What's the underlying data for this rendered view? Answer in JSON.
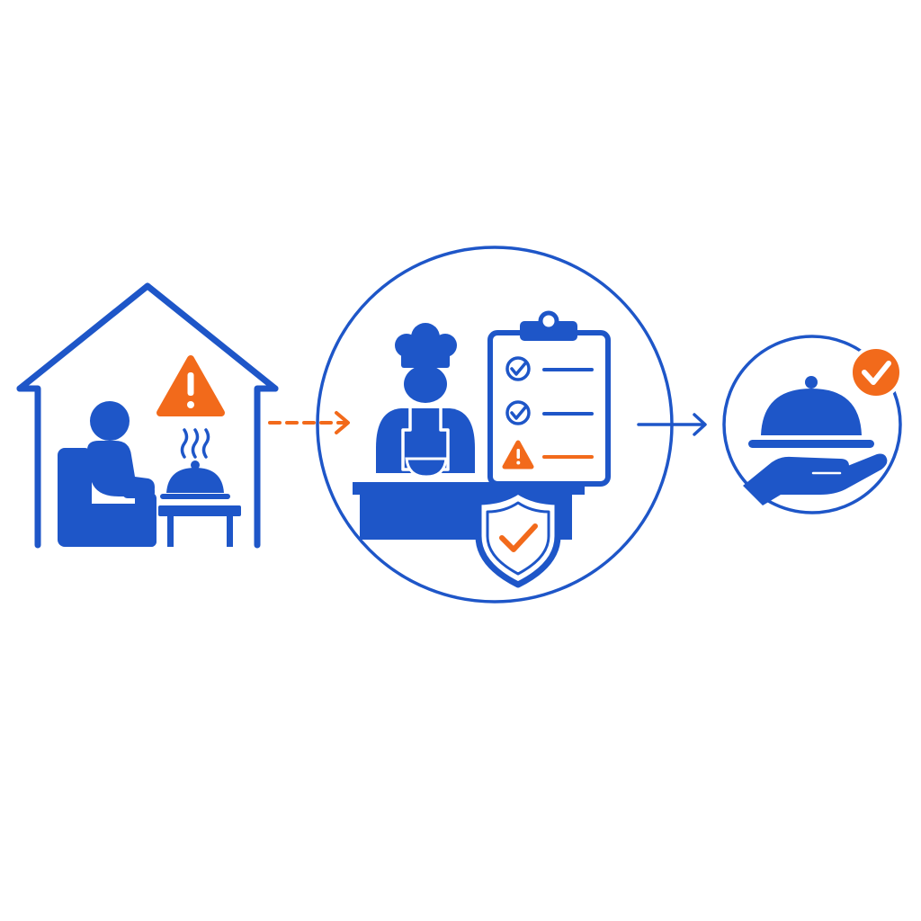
{
  "colors": {
    "primary": "#1e56c8",
    "accent": "#f26a1b",
    "background": "#ffffff"
  },
  "diagram": {
    "type": "process-flow",
    "stages": [
      {
        "id": "home",
        "icons": [
          "house-icon",
          "warning-icon",
          "person-seated-icon",
          "armchair-icon",
          "steaming-cloche-icon",
          "side-table-icon"
        ]
      },
      {
        "id": "kitchen",
        "icons": [
          "chef-icon",
          "checklist-clipboard-icon",
          "check-circle-icon",
          "check-circle-icon",
          "warning-icon",
          "kitchen-counter-icon",
          "shield-check-icon"
        ]
      },
      {
        "id": "delivery",
        "icons": [
          "cloche-icon",
          "open-hand-icon",
          "check-badge-icon"
        ]
      }
    ],
    "connectors": [
      {
        "from": "home",
        "to": "kitchen",
        "style": "dashed",
        "color": "accent"
      },
      {
        "from": "kitchen",
        "to": "delivery",
        "style": "solid",
        "color": "primary"
      }
    ],
    "checklist_items": [
      {
        "status": "ok"
      },
      {
        "status": "ok"
      },
      {
        "status": "warning"
      }
    ]
  }
}
